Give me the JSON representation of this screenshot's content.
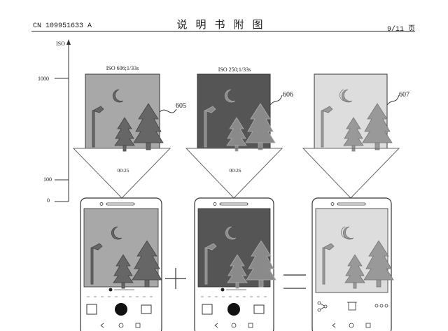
{
  "header": {
    "doc_number": "CN 109951633 A",
    "title": "说明书附图",
    "page": "9/11 页"
  },
  "axis": {
    "label": "ISO",
    "ticks": [
      "1000",
      "100",
      "0"
    ]
  },
  "frames": [
    {
      "iso_caption": "ISO 606;1/33s",
      "time": "00:25",
      "ref": "605",
      "tone": "medium-gray"
    },
    {
      "iso_caption": "ISO 250;1/33s",
      "time": "00:26",
      "ref": "606",
      "tone": "dark-gray"
    },
    {
      "iso_caption": "",
      "time": "",
      "ref": "607",
      "tone": "light-gray"
    }
  ],
  "operators": [
    "+",
    "="
  ],
  "colors": {
    "frame_medium": "#a8a8a8",
    "frame_dark": "#555555",
    "frame_light": "#dddddd",
    "line": "#333333"
  },
  "icons": [
    "moon-icon",
    "streetlamp-icon",
    "tree-icon",
    "shutter-button-icon",
    "gallery-icon",
    "switch-camera-icon",
    "share-icon",
    "trash-icon",
    "more-icon"
  ]
}
